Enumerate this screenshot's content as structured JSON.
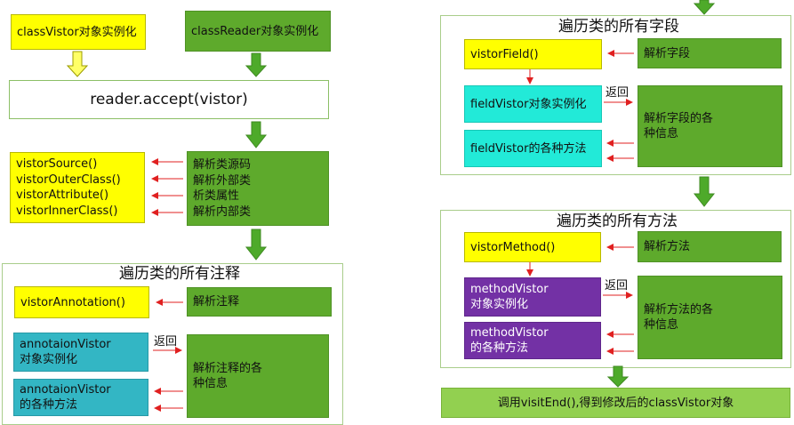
{
  "top_left": {
    "classvistor_init": "classVistor对象实例化",
    "classreader_init": "classReader对象实例化",
    "reader_accept": "reader.accept(vistor)",
    "visit_methods": "vistorSource()\nvistorOuterClass()\nvistorAttribute()\nvistorInnerClass()",
    "parse_items": "解析类源码\n解析外部类\n析类属性\n解析内部类"
  },
  "annotations": {
    "title": "遍历类的所有注释",
    "visit": "vistorAnnotation()",
    "parse": "解析注释",
    "vistor_init": "annotaionVistor\n对象实例化",
    "return_label": "返回",
    "parse_info": "解析注释的各\n种信息",
    "vistor_methods": "annotaionVistor\n的各种方法"
  },
  "fields": {
    "title": "遍历类的所有字段",
    "visit": "vistorField()",
    "parse": "解析字段",
    "vistor_init": "fieldVistor对象实例化",
    "return_label": "返回",
    "parse_info": "解析字段的各\n种信息",
    "vistor_methods": "fieldVistor的各种方法"
  },
  "methods": {
    "title": "遍历类的所有方法",
    "visit": "vistorMethod()",
    "parse": "解析方法",
    "vistor_init": "methodVistor\n对象实例化",
    "return_label": "返回",
    "parse_info": "解析方法的各\n种信息",
    "vistor_methods": "methodVistor\n的各种方法"
  },
  "visit_end": "调用visitEnd(),得到修改后的classVistor对象",
  "colors": {
    "yellow": "#ffff00",
    "green": "#5eaa2c",
    "teal": "#33b6c4",
    "aqua": "#22ead8",
    "purple": "#7331a5",
    "light_green": "#92d050",
    "arrow_red": "#e02020"
  }
}
